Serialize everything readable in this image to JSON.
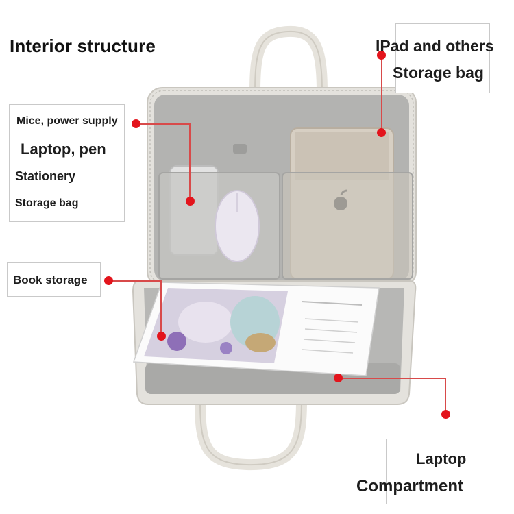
{
  "title": "Interior structure",
  "labels": {
    "ipad_line1": "IPad and others",
    "ipad_line2": "Storage bag",
    "mice_line1": "Mice, power supply",
    "mice_line2": "Laptop, pen",
    "mice_line3": "Stationery",
    "mice_line4": "Storage bag",
    "book": "Book storage",
    "laptop_line1": "Laptop",
    "laptop_line2": "Compartment"
  },
  "colors": {
    "marker": "#e3141c",
    "leader": "#d84a4a",
    "bag_shell": "#dcdcd8",
    "bag_interior": "#b9b9b9"
  }
}
